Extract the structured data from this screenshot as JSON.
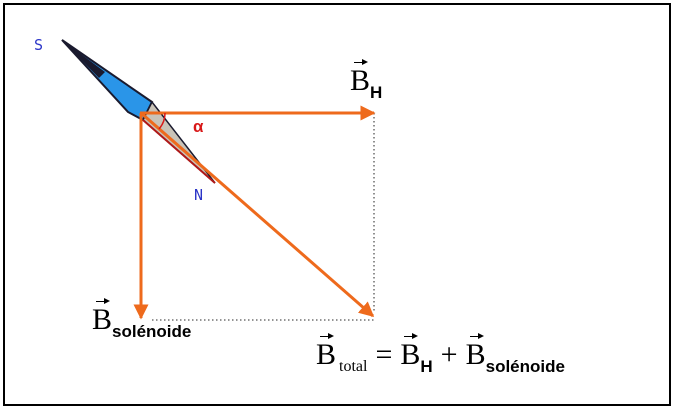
{
  "labels": {
    "south": "S",
    "north": "N",
    "angle": "α"
  },
  "vectors": {
    "bh_symbol": "B",
    "bh_sub": "H",
    "bsol_symbol": "B",
    "bsol_sub": "solénoide",
    "total_symbol": "B",
    "total_sub": "total",
    "equals": "=",
    "plus": "+",
    "eq_bh_symbol": "B",
    "eq_bh_sub": "H",
    "eq_bsol_symbol": "B",
    "eq_bsol_sub": "solénoide"
  },
  "colors": {
    "vector_arrow": "#ee6a1c",
    "needle_south": "#2a95e8",
    "needle_north": "#c9c3b8",
    "needle_outline": "#1a1a2e",
    "needle_edge_red": "#b01818",
    "pole_text": "#2b35c8",
    "angle_text": "#d81818",
    "construction_line": "#555555"
  }
}
